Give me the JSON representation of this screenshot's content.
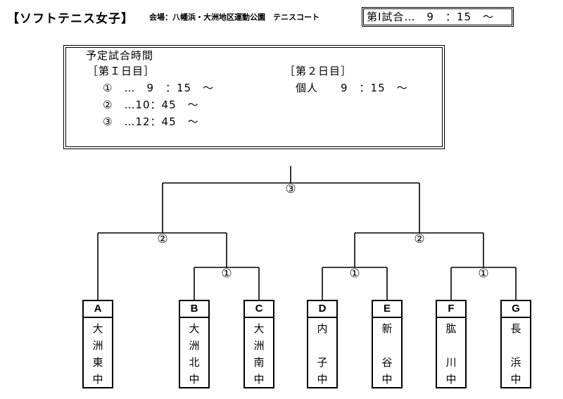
{
  "header": {
    "title": "【ソフトテニス女子】",
    "venue": "会場：八幡浜・大洲地区運動公園　テニスコート",
    "first_match": "第Ⅰ試合…　9　：15　～"
  },
  "schedule": {
    "title": "予定試合時間",
    "day1_label": "［第Ｉ日目］",
    "day1_rows": [
      "①　…　9　：15　～",
      "②　…10：45　～",
      "③　…12：45　～"
    ],
    "day2_label": "［第２日目］",
    "day2_row": "個人　　9　：15　～"
  },
  "bracket": {
    "marks": {
      "final": "③",
      "semi_left": "②",
      "semi_right": "②",
      "r1_bc": "①",
      "r1_de": "①",
      "r1_fg": "①"
    },
    "teams": [
      {
        "letter": "A",
        "name": [
          "大",
          "洲",
          "東",
          "中"
        ]
      },
      {
        "letter": "B",
        "name": [
          "大",
          "洲",
          "北",
          "中"
        ]
      },
      {
        "letter": "C",
        "name": [
          "大",
          "洲",
          "南",
          "中"
        ]
      },
      {
        "letter": "D",
        "name": [
          "内",
          "",
          "子",
          "中"
        ]
      },
      {
        "letter": "E",
        "name": [
          "新",
          "",
          "谷",
          "中"
        ]
      },
      {
        "letter": "F",
        "name": [
          "肱",
          "",
          "川",
          "中"
        ]
      },
      {
        "letter": "G",
        "name": [
          "長",
          "",
          "浜",
          "中"
        ]
      }
    ]
  }
}
